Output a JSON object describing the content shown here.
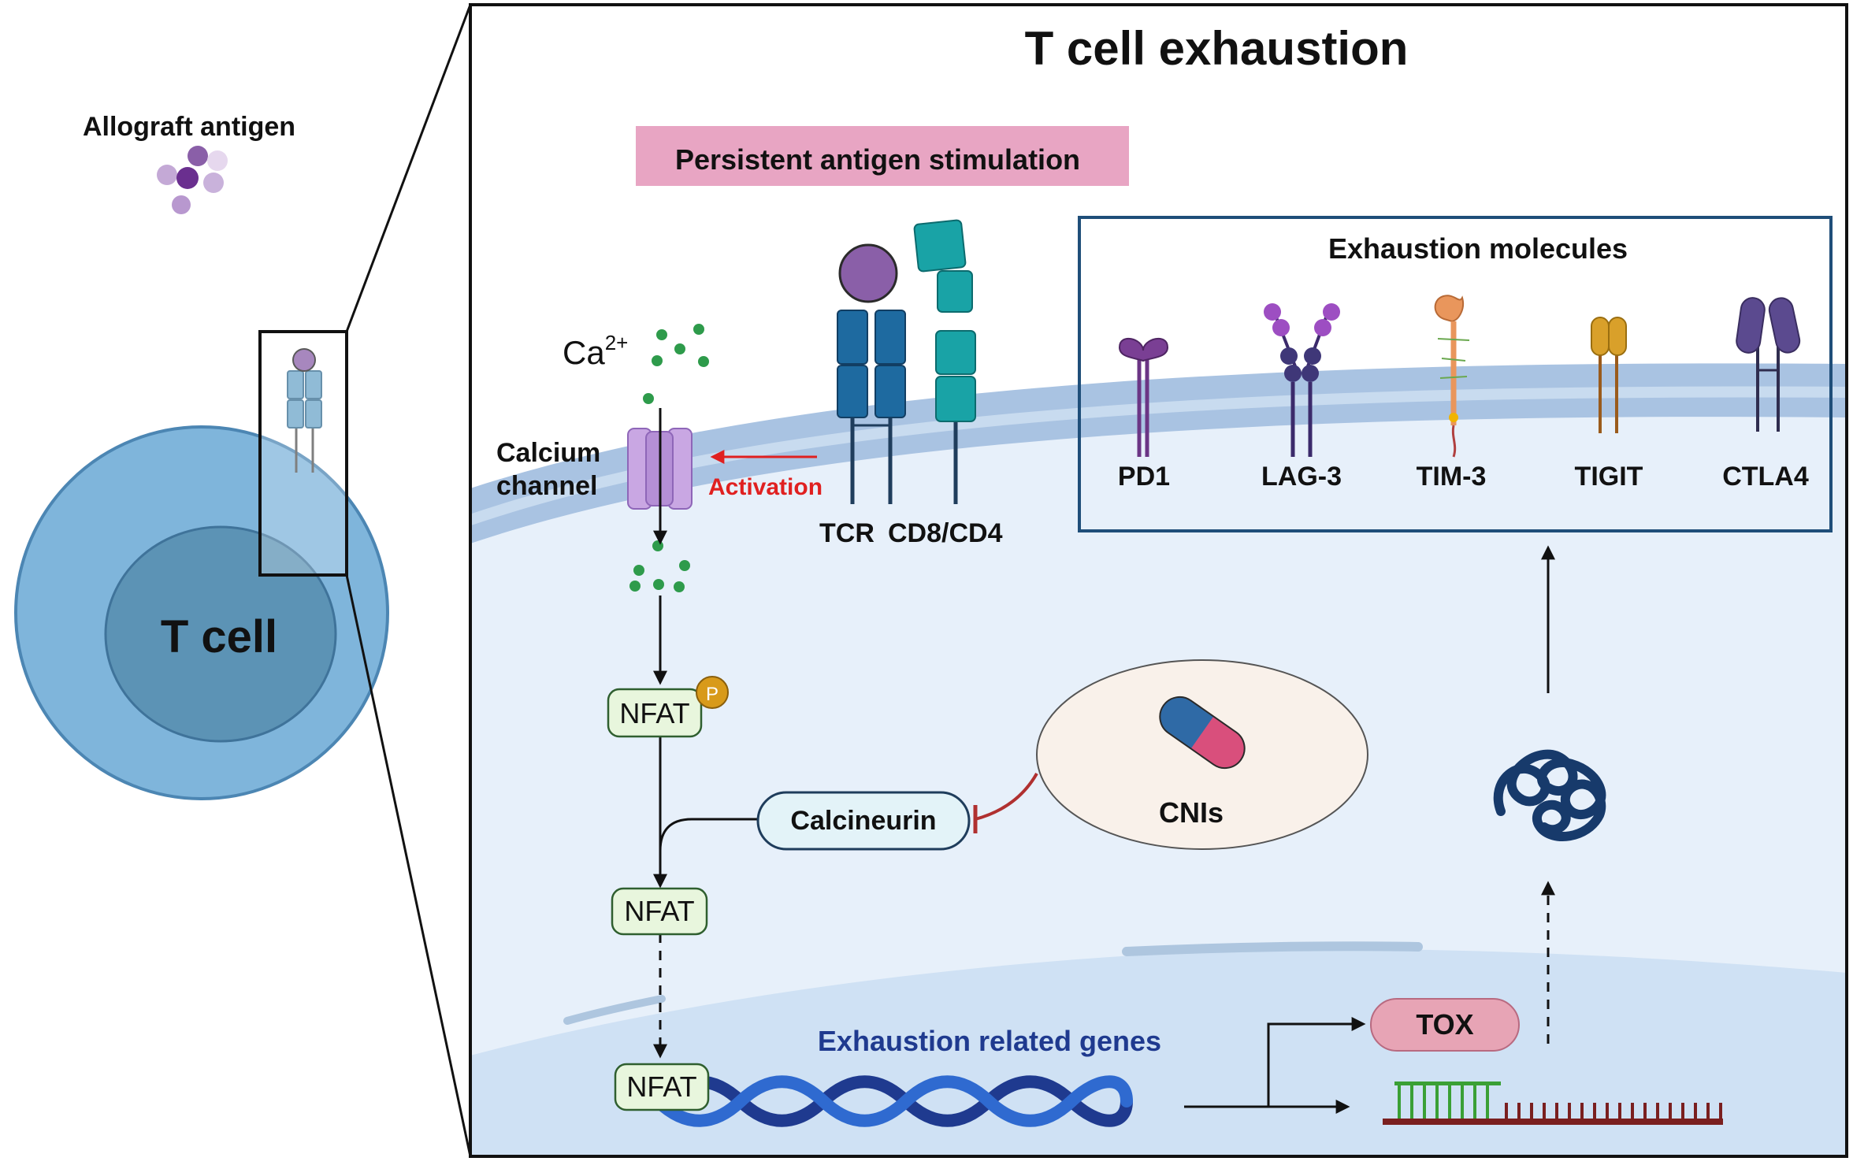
{
  "allograft": {
    "label": "Allograft antigen"
  },
  "tcell": {
    "label": "T cell"
  },
  "panel": {
    "title": "T cell exhaustion"
  },
  "stimulus": {
    "label": "Persistent antigen stimulation"
  },
  "calcium": {
    "ion": "Ca",
    "charge": "2+",
    "channel_line1": "Calcium",
    "channel_line2": "channel",
    "activation": "Activation"
  },
  "receptors": {
    "tcr": "TCR",
    "cd": "CD8/CD4"
  },
  "exhaustion": {
    "title": "Exhaustion molecules",
    "molecules": [
      "PD1",
      "LAG-3",
      "TIM-3",
      "TIGIT",
      "CTLA4"
    ]
  },
  "nfat": {
    "label": "NFAT",
    "phospho": "P"
  },
  "calcineurin": {
    "label": "Calcineurin"
  },
  "cni": {
    "label": "CNIs"
  },
  "genes": {
    "label": "Exhaustion related genes"
  },
  "tox": {
    "label": "TOX"
  },
  "colors": {
    "title_pink": "#e8a5c3",
    "tox_pink": "#e7a4b5",
    "panel_border": "#1f4e79",
    "activation_red": "#e02020",
    "inhibit_red": "#b03030",
    "dna_blue": "#1f3a8f",
    "genes_text": "#1f3a8f",
    "calcium_green": "#2e9b4b"
  }
}
